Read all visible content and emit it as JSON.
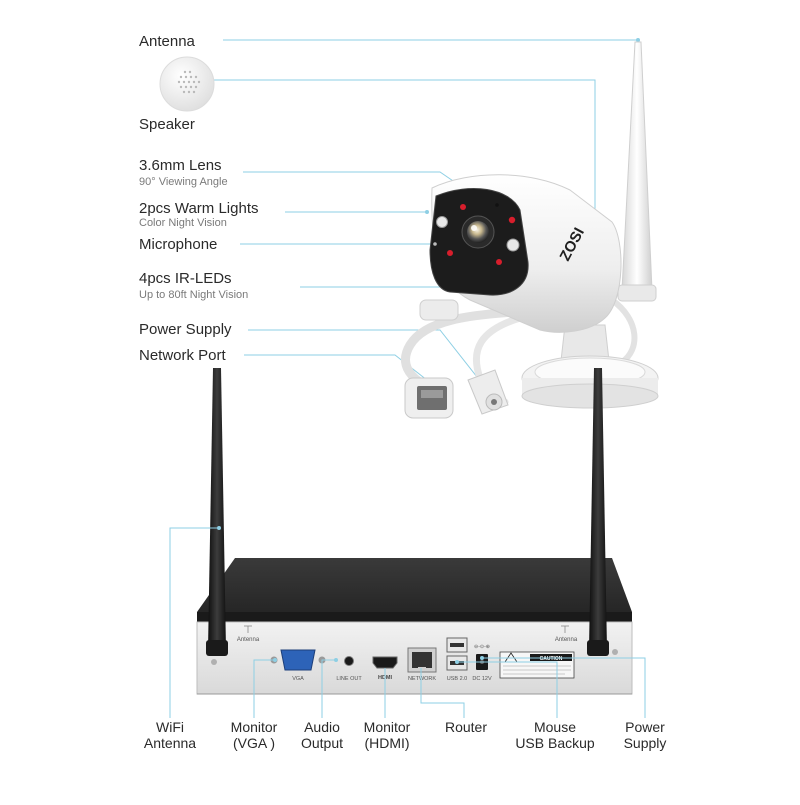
{
  "camera_callouts": {
    "antenna": "Antenna",
    "speaker": "Speaker",
    "lens": "3.6mm Lens",
    "lens_sub": "90° Viewing Angle",
    "warm_lights": "2pcs Warm Lights",
    "warm_lights_sub": "Color Night Vision",
    "microphone": "Microphone",
    "ir_leds": "4pcs IR-LEDs",
    "ir_leds_sub": "Up to 80ft Night Vision",
    "power_supply": "Power Supply",
    "network_port": "Network Port"
  },
  "camera_brand": "ZOSI",
  "nvr_panel": {
    "antenna_left": "Antenna",
    "antenna_right": "Antenna",
    "vga": "VGA",
    "line_out": "LINE OUT",
    "hdmi": "HDMI",
    "network": "NETWORK",
    "usb": "USB 2.0",
    "dc": "DC 12V",
    "caution": "CAUTION"
  },
  "nvr_callouts": {
    "wifi_antenna": [
      "WiFi",
      "Antenna"
    ],
    "monitor_vga": [
      "Monitor",
      "(VGA )"
    ],
    "audio_output": [
      "Audio",
      "Output"
    ],
    "monitor_hdmi": [
      "Monitor",
      "(HDMI)"
    ],
    "router": "Router",
    "mouse_usb": [
      "Mouse",
      "USB Backup"
    ],
    "power_supply": [
      "Power",
      "Supply"
    ]
  },
  "colors": {
    "leader": "#8ecfe4",
    "camera_body": "#f4f4f4",
    "camera_face": "#1c1c1c",
    "ir_led": "#d81e2c",
    "nvr_top": "#2c2c2c",
    "nvr_panel": "#e6e6e6",
    "antenna": "#1d1d1d"
  }
}
